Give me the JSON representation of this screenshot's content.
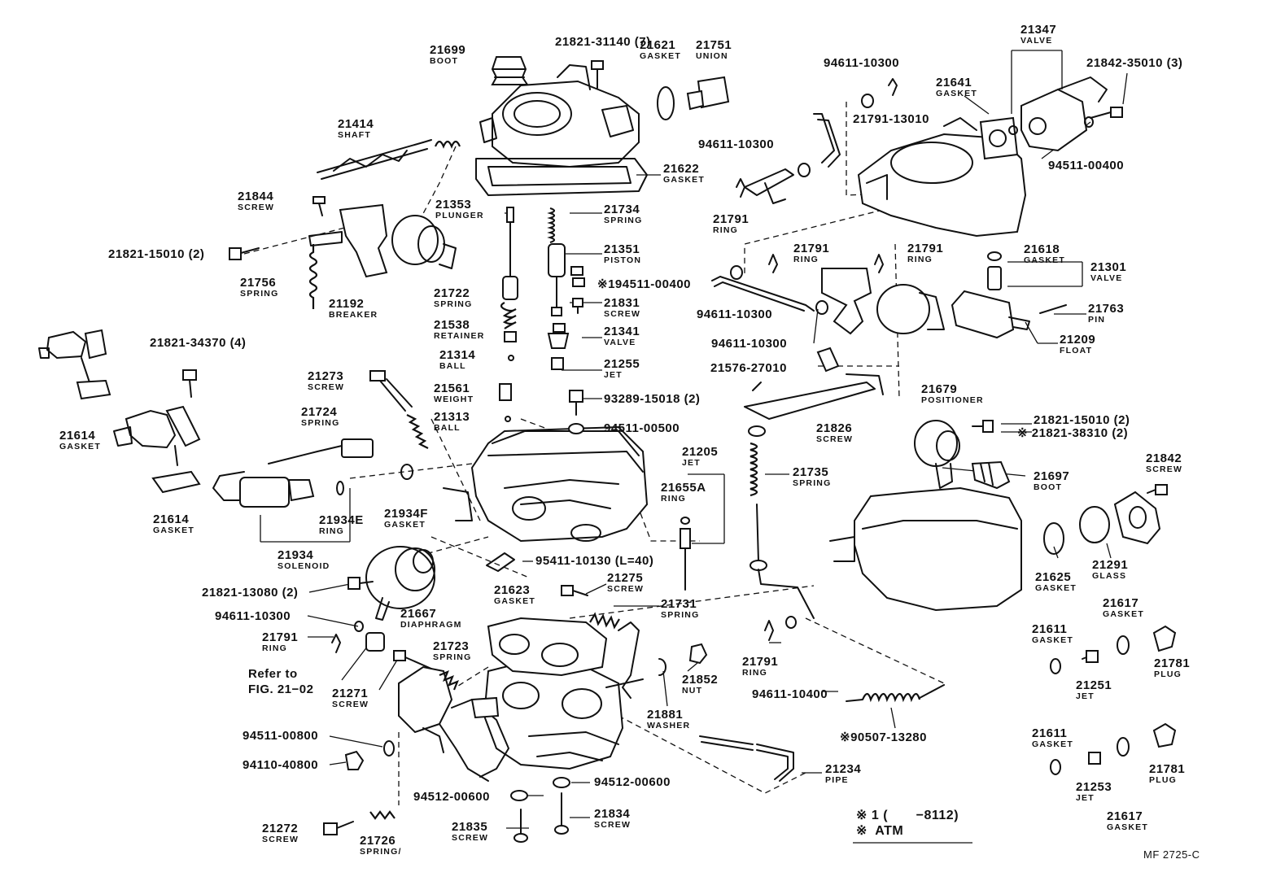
{
  "labels": [
    {
      "id": "21699",
      "part": "21699",
      "name": "BOOT"
    },
    {
      "id": "21821-31140",
      "part": "21821-31140 (7)",
      "name": ""
    },
    {
      "id": "21751",
      "part": "21751",
      "name": "UNION"
    },
    {
      "id": "21621",
      "part": "21621",
      "name": "GASKET"
    },
    {
      "id": "94611-10300-a",
      "part": "94611-10300",
      "name": ""
    },
    {
      "id": "21347",
      "part": "21347",
      "name": "VALVE"
    },
    {
      "id": "21842-35010",
      "part": "21842-35010 (3)",
      "name": ""
    },
    {
      "id": "21641",
      "part": "21641",
      "name": "GASKET"
    },
    {
      "id": "21791-13010",
      "part": "21791-13010",
      "name": ""
    },
    {
      "id": "94611-10300-b",
      "part": "94611-10300",
      "name": ""
    },
    {
      "id": "94511-00400",
      "part": "94511-00400",
      "name": ""
    },
    {
      "id": "21414",
      "part": "21414",
      "name": "SHAFT"
    },
    {
      "id": "21622",
      "part": "21622",
      "name": "GASKET"
    },
    {
      "id": "21844",
      "part": "21844",
      "name": "SCREW"
    },
    {
      "id": "21353",
      "part": "21353",
      "name": "PLUNGER"
    },
    {
      "id": "21734",
      "part": "21734",
      "name": "SPRING"
    },
    {
      "id": "21791-a",
      "part": "21791",
      "name": "RING"
    },
    {
      "id": "21821-15010-a",
      "part": "21821-15010 (2)",
      "name": ""
    },
    {
      "id": "21351",
      "part": "21351",
      "name": "PISTON"
    },
    {
      "id": "21791-b",
      "part": "21791",
      "name": "RING"
    },
    {
      "id": "21791-c",
      "part": "21791",
      "name": "RING"
    },
    {
      "id": "21618",
      "part": "21618",
      "name": "GASKET"
    },
    {
      "id": "21301",
      "part": "21301",
      "name": "VALVE"
    },
    {
      "id": "21756",
      "part": "21756",
      "name": "SPRING"
    },
    {
      "id": "21192",
      "part": "21192",
      "name": "BREAKER"
    },
    {
      "id": "94511-00400-s",
      "part": "※194511-00400",
      "name": ""
    },
    {
      "id": "21722",
      "part": "21722",
      "name": "SPRING"
    },
    {
      "id": "21831",
      "part": "21831",
      "name": "SCREW"
    },
    {
      "id": "94611-10300-c",
      "part": "94611-10300",
      "name": ""
    },
    {
      "id": "21763",
      "part": "21763",
      "name": "PIN"
    },
    {
      "id": "21538",
      "part": "21538",
      "name": "RETAINER"
    },
    {
      "id": "21341",
      "part": "21341",
      "name": "VALVE"
    },
    {
      "id": "94611-10300-d",
      "part": "94611-10300",
      "name": ""
    },
    {
      "id": "21209",
      "part": "21209",
      "name": "FLOAT"
    },
    {
      "id": "21821-34370",
      "part": "21821-34370 (4)",
      "name": ""
    },
    {
      "id": "21314",
      "part": "21314",
      "name": "BALL"
    },
    {
      "id": "21255",
      "part": "21255",
      "name": "JET"
    },
    {
      "id": "21576-27010",
      "part": "21576-27010",
      "name": ""
    },
    {
      "id": "21273",
      "part": "21273",
      "name": "SCREW"
    },
    {
      "id": "21679",
      "part": "21679",
      "name": "POSITIONER"
    },
    {
      "id": "21561",
      "part": "21561",
      "name": "WEIGHT"
    },
    {
      "id": "93289-15018",
      "part": "93289-15018 (2)",
      "name": ""
    },
    {
      "id": "21724",
      "part": "21724",
      "name": "SPRING"
    },
    {
      "id": "21313",
      "part": "21313",
      "name": "BALL"
    },
    {
      "id": "94511-00500",
      "part": "94511-00500",
      "name": ""
    },
    {
      "id": "21826",
      "part": "21826",
      "name": "SCREW"
    },
    {
      "id": "21821-15010-b",
      "part": "21821-15010 (2)",
      "name": ""
    },
    {
      "id": "21821-38310",
      "part": "※ 21821-38310 (2)",
      "name": ""
    },
    {
      "id": "21614-a",
      "part": "21614",
      "name": "GASKET"
    },
    {
      "id": "21205",
      "part": "21205",
      "name": "JET"
    },
    {
      "id": "21842",
      "part": "21842",
      "name": "SCREW"
    },
    {
      "id": "21735",
      "part": "21735",
      "name": "SPRING"
    },
    {
      "id": "21697",
      "part": "21697",
      "name": "BOOT"
    },
    {
      "id": "21655A",
      "part": "21655A",
      "name": "RING"
    },
    {
      "id": "21934F",
      "part": "21934F",
      "name": "GASKET"
    },
    {
      "id": "21934E",
      "part": "21934E",
      "name": "RING"
    },
    {
      "id": "21614-b",
      "part": "21614",
      "name": "GASKET"
    },
    {
      "id": "21625",
      "part": "21625",
      "name": "GASKET"
    },
    {
      "id": "21291",
      "part": "21291",
      "name": "GLASS"
    },
    {
      "id": "21934",
      "part": "21934",
      "name": "SOLENOID"
    },
    {
      "id": "95411-10130",
      "part": "95411-10130 (L=40)",
      "name": ""
    },
    {
      "id": "21821-13080",
      "part": "21821-13080 (2)",
      "name": ""
    },
    {
      "id": "21275",
      "part": "21275",
      "name": "SCREW"
    },
    {
      "id": "21623",
      "part": "21623",
      "name": "GASKET"
    },
    {
      "id": "21667",
      "part": "21667",
      "name": "DIAPHRAGM"
    },
    {
      "id": "21731",
      "part": "21731",
      "name": "SPRING"
    },
    {
      "id": "21617-a",
      "part": "21617",
      "name": "GASKET"
    },
    {
      "id": "94611-10300-e",
      "part": "94611-10300",
      "name": ""
    },
    {
      "id": "21611-a",
      "part": "21611",
      "name": "GASKET"
    },
    {
      "id": "21791-d",
      "part": "21791",
      "name": "RING"
    },
    {
      "id": "21723",
      "part": "21723",
      "name": "SPRING"
    },
    {
      "id": "21781-a",
      "part": "21781",
      "name": "PLUG"
    },
    {
      "id": "21791-e",
      "part": "21791",
      "name": "RING"
    },
    {
      "id": "21852",
      "part": "21852",
      "name": "NUT"
    },
    {
      "id": "21251",
      "part": "21251",
      "name": "JET"
    },
    {
      "id": "21271",
      "part": "21271",
      "name": "SCREW"
    },
    {
      "id": "94611-10400",
      "part": "94611-10400",
      "name": ""
    },
    {
      "id": "21881",
      "part": "21881",
      "name": "WASHER"
    },
    {
      "id": "90507-13280",
      "part": "※90507-13280",
      "name": ""
    },
    {
      "id": "94511-00800",
      "part": "94511-00800",
      "name": ""
    },
    {
      "id": "21611-b",
      "part": "21611",
      "name": "GASKET"
    },
    {
      "id": "94110-40800",
      "part": "94110-40800",
      "name": ""
    },
    {
      "id": "21781-b",
      "part": "21781",
      "name": "PLUG"
    },
    {
      "id": "21234",
      "part": "21234",
      "name": "PIPE"
    },
    {
      "id": "94512-00600-a",
      "part": "94512-00600",
      "name": ""
    },
    {
      "id": "94512-00600-b",
      "part": "94512-00600",
      "name": ""
    },
    {
      "id": "21253",
      "part": "21253",
      "name": "JET"
    },
    {
      "id": "21617-b",
      "part": "21617",
      "name": "GASKET"
    },
    {
      "id": "21272",
      "part": "21272",
      "name": "SCREW"
    },
    {
      "id": "21835",
      "part": "21835",
      "name": "SCREW"
    },
    {
      "id": "21834",
      "part": "21834",
      "name": "SCREW"
    },
    {
      "id": "21726",
      "part": "21726",
      "name": "SPRING/"
    }
  ],
  "refer_note": {
    "line1": "Refer to",
    "line2": "FIG. 21−02"
  },
  "legend": {
    "line1": "※ 1 (       −8112)",
    "line2": "※  ATM"
  },
  "figure_code": "MF 2725-C"
}
